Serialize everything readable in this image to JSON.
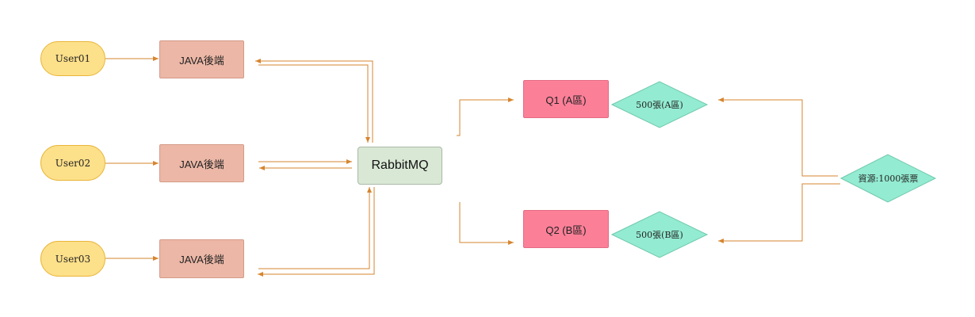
{
  "users": [
    {
      "label": "User01"
    },
    {
      "label": "User02"
    },
    {
      "label": "User03"
    }
  ],
  "backends": [
    {
      "label": "JAVA後端"
    },
    {
      "label": "JAVA後端"
    },
    {
      "label": "JAVA後端"
    }
  ],
  "broker": {
    "label": "RabbitMQ"
  },
  "queues": [
    {
      "label": "Q1 (A區)"
    },
    {
      "label": "Q2 (B區)"
    }
  ],
  "allocations": [
    {
      "label": "500張(A區)"
    },
    {
      "label": "500張(B區)"
    }
  ],
  "resource": {
    "label": "資源:1000張票"
  },
  "colors": {
    "user_fill": "#fde08a",
    "backend_fill": "#ecb7a6",
    "broker_fill": "#d9e8d5",
    "queue_fill": "#fc7f98",
    "diamond_fill": "#93ebd1",
    "edge": "#d6852f"
  }
}
